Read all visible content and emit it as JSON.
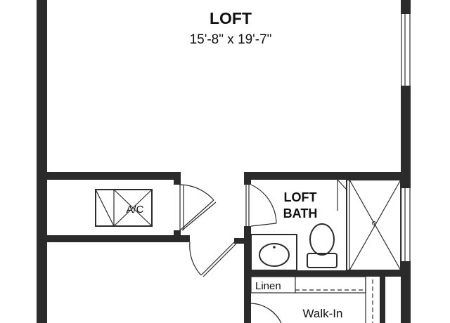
{
  "rooms": {
    "loft": {
      "name": "LOFT",
      "dimensions": "15'-8\" x 19'-7\""
    },
    "ac": {
      "label": "A/C"
    },
    "loft_bath": {
      "line1": "LOFT",
      "line2": "BATH"
    },
    "linen": {
      "label": "Linen"
    },
    "walk_in": {
      "label": "Walk-In"
    }
  },
  "colors": {
    "wall": "#2b2b2b",
    "background": "#ffffff",
    "text": "#111111"
  }
}
